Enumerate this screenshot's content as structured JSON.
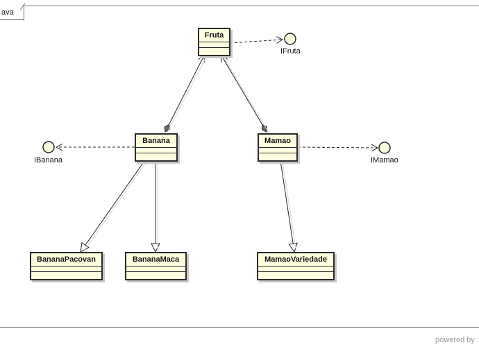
{
  "frame": {
    "tab_label": "ava"
  },
  "classes": {
    "fruta": "Fruta",
    "banana": "Banana",
    "mamao": "Mamao",
    "banana_pacovan": "BananaPacovan",
    "banana_maca": "BananaMaca",
    "mamao_variedade": "MamaoVariedade"
  },
  "interfaces": {
    "ifruta": "IFruta",
    "ibanana": "IBanana",
    "imamao": "IMamao"
  },
  "footer": {
    "text": "powered by :"
  }
}
